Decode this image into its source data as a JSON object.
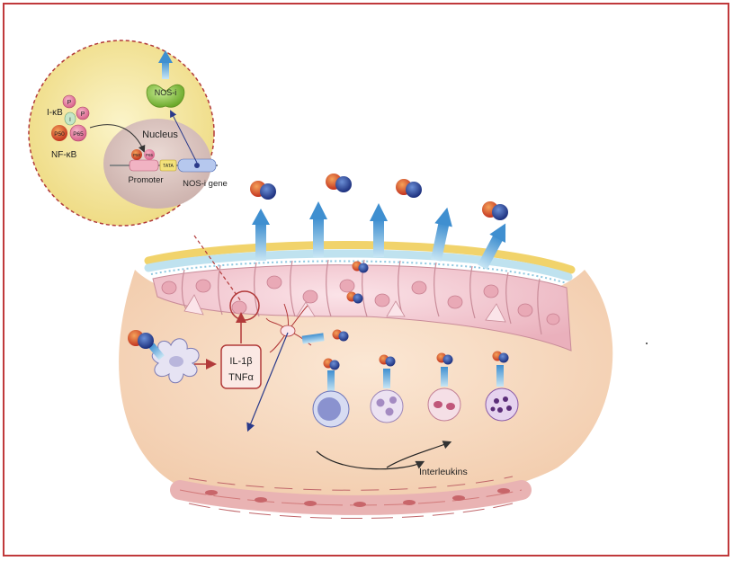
{
  "labels": {
    "nos_i": "NOS-i",
    "i_kb": "I-κB",
    "p": "P",
    "i_small": "I",
    "p50": "P50",
    "p65": "P65",
    "nf_kb": "NF-κB",
    "nucleus": "Nucleus",
    "promoter_p50": "P50",
    "promoter_p65": "P65",
    "tata": "TATA",
    "promoter": "Promoter",
    "nos_i_gene": "NOS-i gene",
    "il1b": "IL-1β",
    "tnfa": "TNFα",
    "interleukins": "Interleukins"
  },
  "colors": {
    "frame": "#c0393b",
    "zoom_fill": "#f7eba8",
    "nucleus": "#d9c4c0",
    "nos_green": "#8cc63f",
    "cell_pink": "#f3c7cf",
    "lamina": "#f6dcc4",
    "arrow_blue": "#5aa5d8",
    "mucus_yellow": "#f1d36b",
    "cytokine_box": "#b23a3a"
  },
  "icons": {
    "macrophage": "macrophage-icon",
    "dendritic": "dendritic-cell-icon",
    "lymphocyte": "lymphocyte-icon",
    "neutrophil": "neutrophil-icon",
    "eosinophil": "eosinophil-icon",
    "basophil": "basophil-icon",
    "no_molecule": "nitric-oxide-molecule-icon"
  }
}
